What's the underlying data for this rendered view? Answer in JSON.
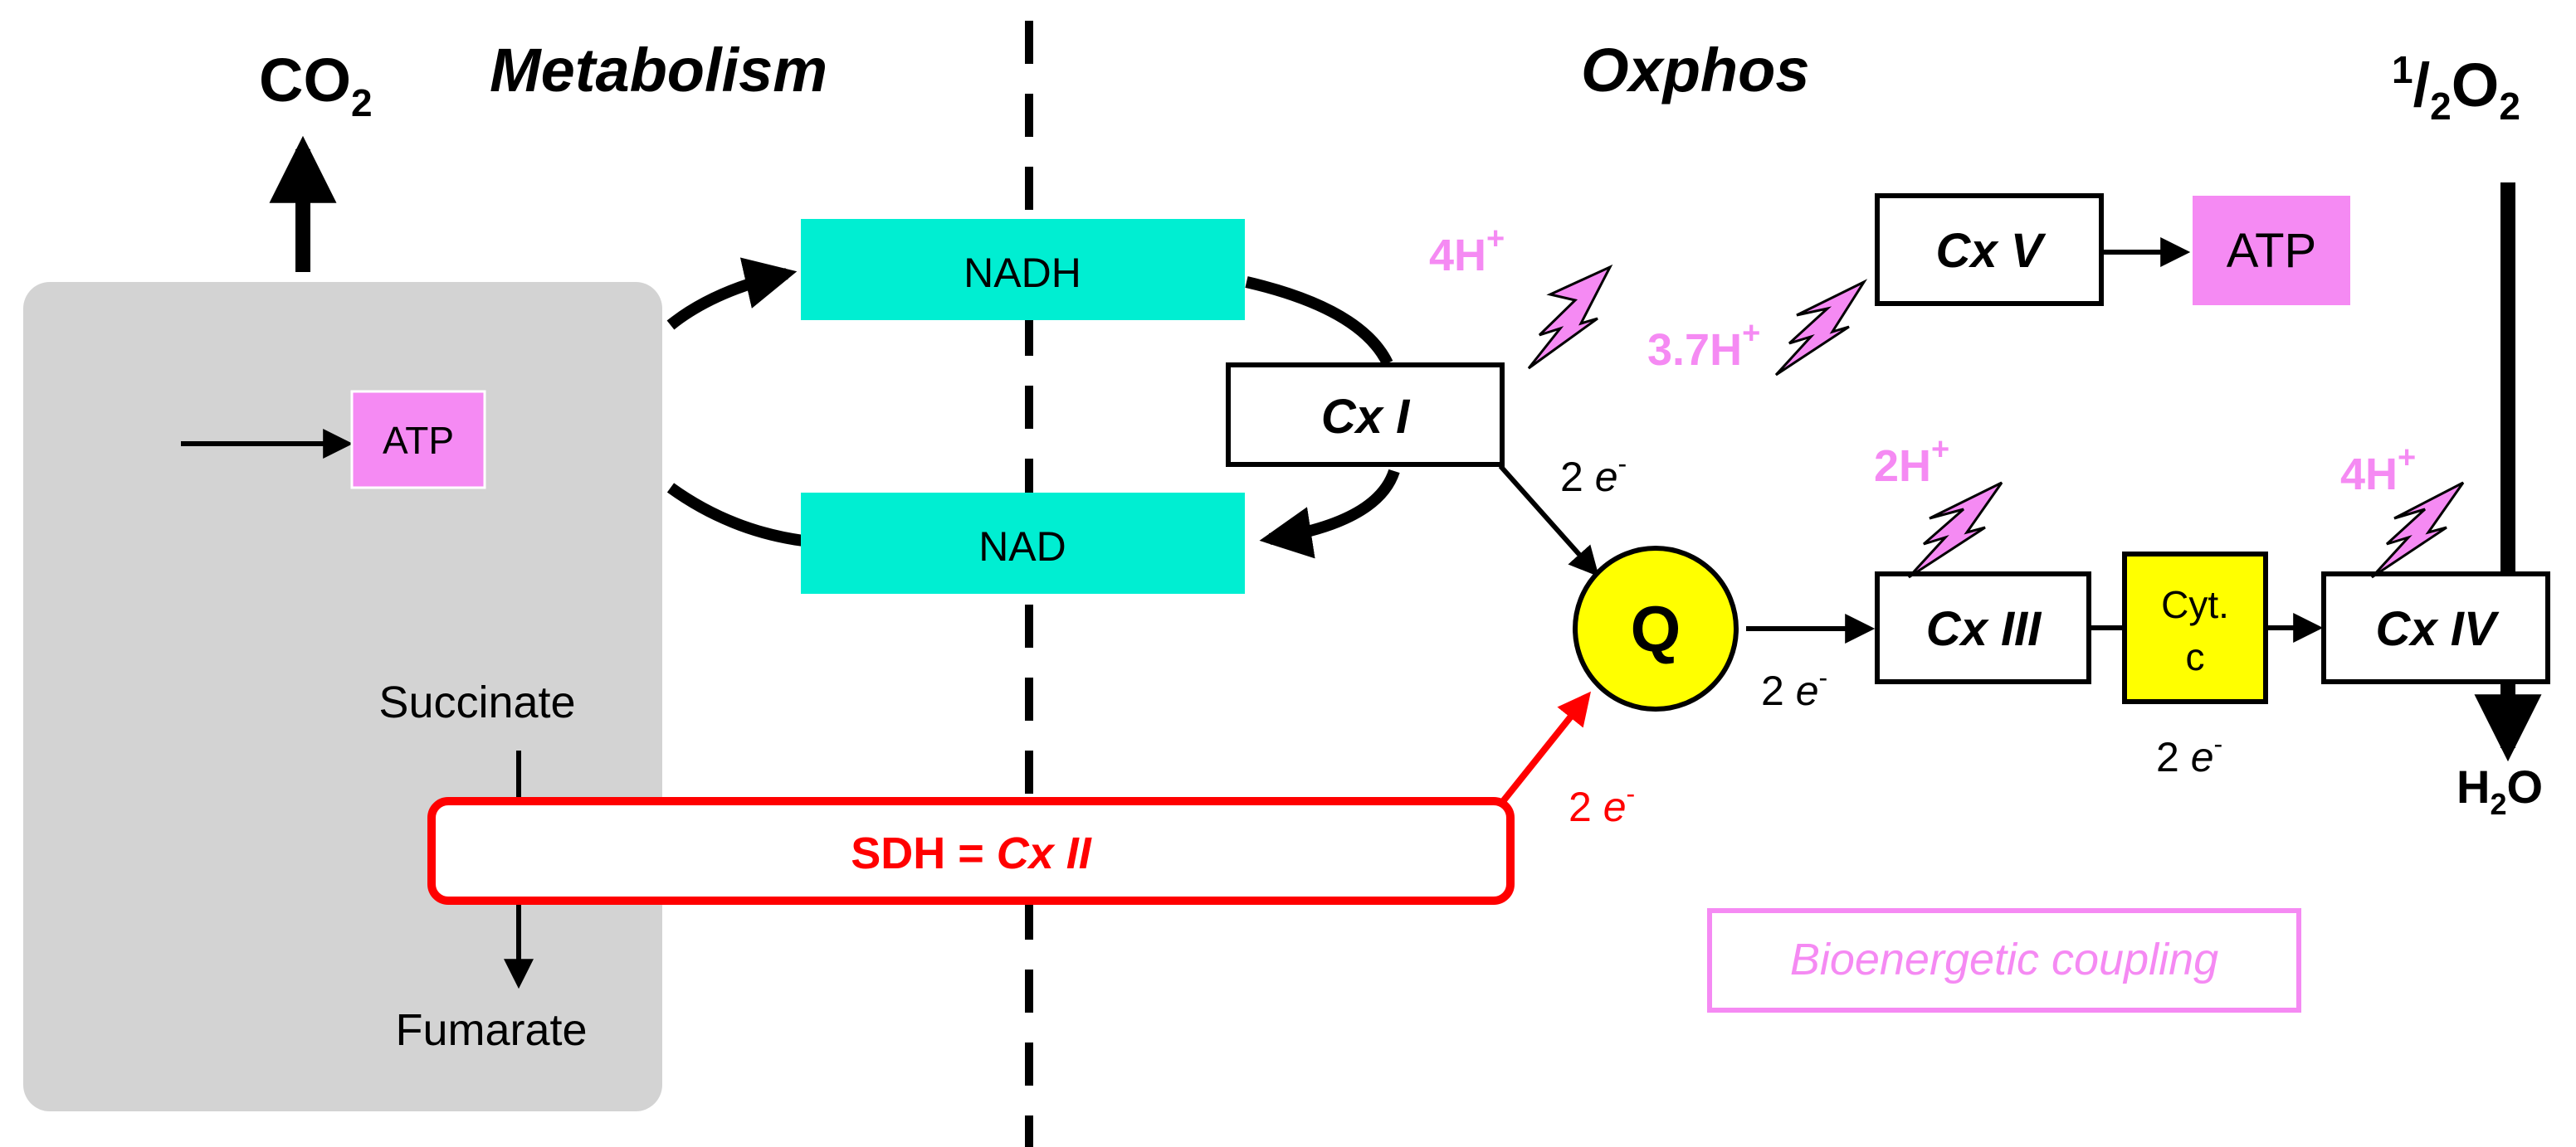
{
  "headers": {
    "co2_main": "CO",
    "co2_sub": "2",
    "metabolism": "Metabolism",
    "oxphos": "Oxphos",
    "o2_sup": "1",
    "o2_slash": "/",
    "o2_sub1": "2",
    "o2_main": "O",
    "o2_sub2": "2"
  },
  "metabolism": {
    "atp": "ATP",
    "nadh": "NADH",
    "nad": "NAD",
    "succinate": "Succinate",
    "fumarate": "Fumarate",
    "sdh_prefix": "SDH = ",
    "sdh_cx": "Cx II"
  },
  "oxphos": {
    "cx1": "Cx I",
    "cx3": "Cx III",
    "cx4": "Cx IV",
    "cx5": "Cx V",
    "q": "Q",
    "cyt_line1": "Cyt.",
    "cyt_line2": "c",
    "atp": "ATP",
    "h2o_main": "H",
    "h2o_sub": "2",
    "h2o_end": "O"
  },
  "protons": {
    "cx1_num": "4H",
    "cx1_sup": "+",
    "cx5_num": "3.7H",
    "cx5_sup": "+",
    "cx3_num": "2H",
    "cx3_sup": "+",
    "cx4_num": "4H",
    "cx4_sup": "+"
  },
  "electrons": {
    "num": "2",
    "e": "e",
    "minus": "-"
  },
  "coupling": "Bioenergetic coupling",
  "colors": {
    "cyan": "#00eed2",
    "pink": "#f58af3",
    "red": "#ff0000",
    "yellow": "#ffff00",
    "grey": "#d3d3d3"
  }
}
